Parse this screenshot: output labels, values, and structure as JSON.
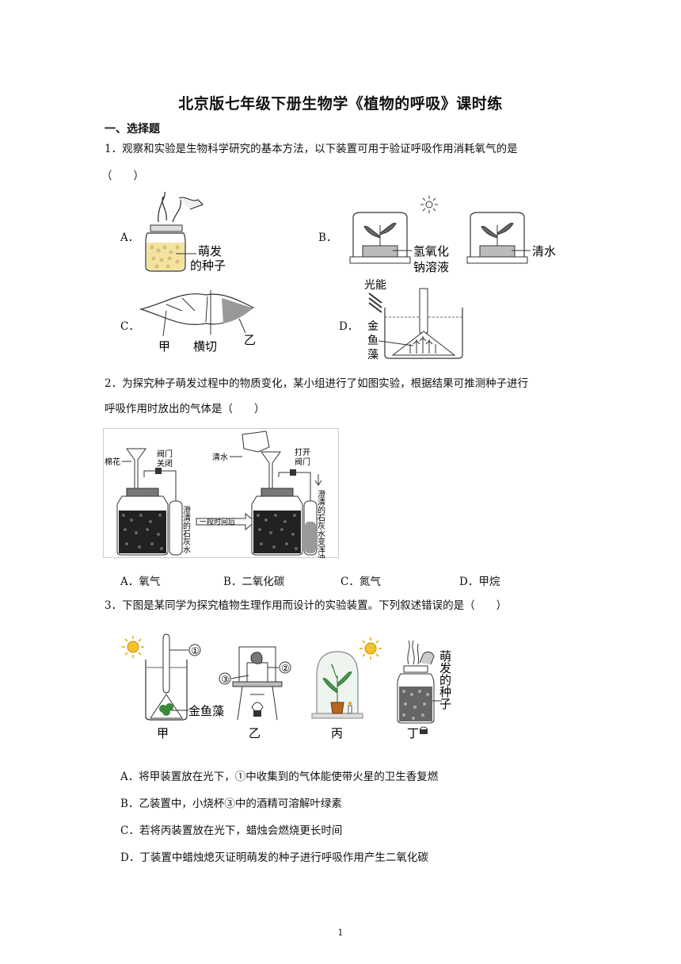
{
  "title": "北京版七年级下册生物学《植物的呼吸》课时练",
  "section": "一、选择题",
  "q1": {
    "text": "1．观察和实验是生物科学研究的基本方法，以下装置可用于验证呼吸作用消耗氧气的是",
    "paren": "（　　）",
    "options": {
      "A": "A．",
      "B": "B．",
      "C": "C．",
      "D": "D．"
    },
    "figA": {
      "l1": "萌发",
      "l2": "的种子"
    },
    "figB": {
      "l1": "氢氧化",
      "l2": "钠溶液",
      "l3": "清水"
    },
    "figC": {
      "l1": "甲",
      "l2": "横切",
      "l3": "乙"
    },
    "figD": {
      "l1": "光能",
      "l2": "金",
      "l3": "鱼",
      "l4": "藻"
    }
  },
  "q2": {
    "text1": "2．为探究种子萌发过程中的物质变化，某小组进行了如图实验，根据结果可推测种子进行",
    "text2": "呼吸作用时放出的气体是（　　）",
    "fig": {
      "cotton": "棉花",
      "valve_closed_1": "阀门",
      "valve_closed_2": "关闭",
      "limewater": "澄清的石灰水",
      "arrow": "一段时间后",
      "water": "清水",
      "valve_open_1": "打开",
      "valve_open_2": "阀门",
      "turbid": "澄清的石灰水变浑浊"
    },
    "options": [
      "A．氧气",
      "B．二氧化碳",
      "C．氮气",
      "D．甲烷"
    ]
  },
  "q3": {
    "text": "3．下图是某同学为探究植物生理作用而设计的实验装置。下列叙述错误的是（　　）",
    "fig": {
      "n1": "①",
      "n2": "②",
      "n3": "③",
      "algae": "金鱼藻",
      "jia": "甲",
      "yi": "乙",
      "bing": "丙",
      "ding": "丁",
      "seeds": "萌发的种子"
    },
    "options": [
      "A．将甲装置放在光下，①中收集到的气体能使带火星的卫生香复燃",
      "B．乙装置中，小烧杯③中的酒精可溶解叶绿素",
      "C．若将丙装置放在光下，蜡烛会燃烧更长时间",
      "D．丁装置中蜡烛熄灭证明萌发的种子进行呼吸作用产生二氧化碳"
    ]
  },
  "page_number": "1"
}
